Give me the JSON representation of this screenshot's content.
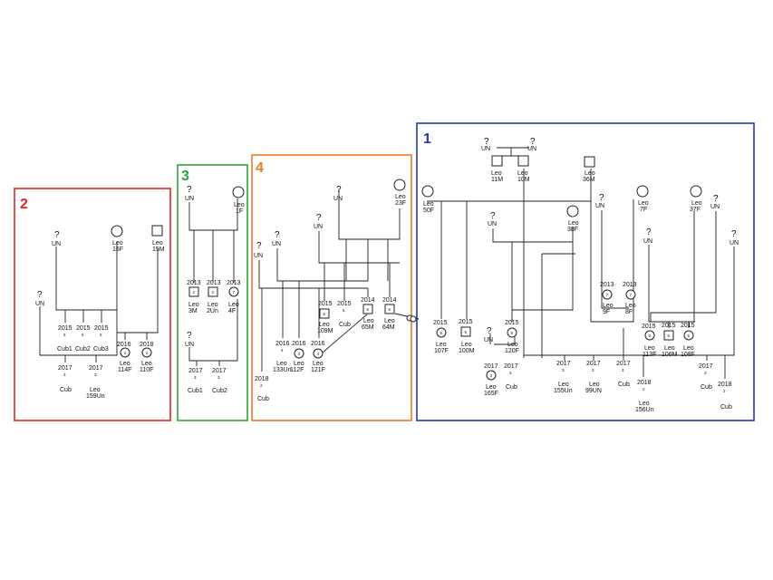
{
  "panels": [
    {
      "id": "2",
      "color": "#d42a2a"
    },
    {
      "id": "3",
      "color": "#2ea43a"
    },
    {
      "id": "4",
      "color": "#ec7a2a"
    },
    {
      "id": "1",
      "color": "#2a3aa8"
    }
  ],
  "unknown_mark": "?",
  "un": "UN",
  "litter_label": "Cub",
  "p2": {
    "leo16f": [
      "Leo",
      "16F"
    ],
    "leo15m": [
      "Leo",
      "15M"
    ],
    "y2015": "2015",
    "n5": "5",
    "cub1": "Cub1",
    "cub2": "Cub2",
    "cub3": "Cub3",
    "y2016": "2016",
    "y2018": "2018",
    "n4": "4",
    "leo114f": [
      "Leo",
      "114F"
    ],
    "leo110f": [
      "Leo",
      "110F"
    ],
    "y2017": "2017",
    "n3": "3",
    "leo159un": [
      "Leo",
      "159Un"
    ]
  },
  "p3": {
    "leo1f": [
      "Leo",
      "1F"
    ],
    "y2013": "2013",
    "n2": "2",
    "n7": "7",
    "leo3m": [
      "Leo",
      "3M"
    ],
    "leo2un": [
      "Leo",
      "2Un"
    ],
    "leo4f": [
      "Leo",
      "4F"
    ],
    "y2017": "2017",
    "n3": "3",
    "cub1": "Cub1",
    "cub2": "Cub2"
  },
  "p4": {
    "leo23f": [
      "Leo",
      "23F"
    ],
    "y2015": "2015",
    "n5": "5",
    "y2014": "2014",
    "n6": "6",
    "cub": "Cub",
    "leo109m": [
      "Leo",
      "109M"
    ],
    "leo65m": [
      "Leo",
      "65M"
    ],
    "leo64m": [
      "Leo",
      "64M"
    ],
    "y2016": "2016",
    "n4": "4",
    "leo133un": [
      "Leo",
      "133Un"
    ],
    "leo112f": [
      "Leo",
      "112F"
    ],
    "leo121f": [
      "Leo",
      "121F"
    ],
    "y2018": "2018",
    "n2": "2"
  },
  "p1": {
    "leo11m": [
      "Leo",
      "11M"
    ],
    "leo10m": [
      "Leo",
      "10M"
    ],
    "leo36m": [
      "Leo",
      "36M"
    ],
    "leo50f": [
      "Leo",
      "50F"
    ],
    "leo7f": [
      "Leo",
      "7F"
    ],
    "leo37f": [
      "Leo",
      "37F"
    ],
    "leo38f": [
      "Leo",
      "38F"
    ],
    "y2013": "2013",
    "n7": "7",
    "leo9f": [
      "Leo",
      "9F"
    ],
    "leo8f": [
      "Leo",
      "8F"
    ],
    "y2015": "2015",
    "n5": "5",
    "leo107f": [
      "Leo",
      "107F"
    ],
    "leo100m": [
      "Leo",
      "100M"
    ],
    "leo120f": [
      "Leo",
      "120F"
    ],
    "leo113f": [
      "Leo",
      "113F"
    ],
    "leo106m": [
      "Leo",
      "106M"
    ],
    "leo108f": [
      "Leo",
      "108F"
    ],
    "y2017": "2017",
    "n3": "3",
    "leo165f": [
      "Leo",
      "165F"
    ],
    "leo155un": [
      "Leo",
      "155Un"
    ],
    "leo99un": [
      "Leo",
      "99UN"
    ],
    "y2018": "2018",
    "n2": "2",
    "leo156un": [
      "Leo",
      "156Un"
    ]
  }
}
